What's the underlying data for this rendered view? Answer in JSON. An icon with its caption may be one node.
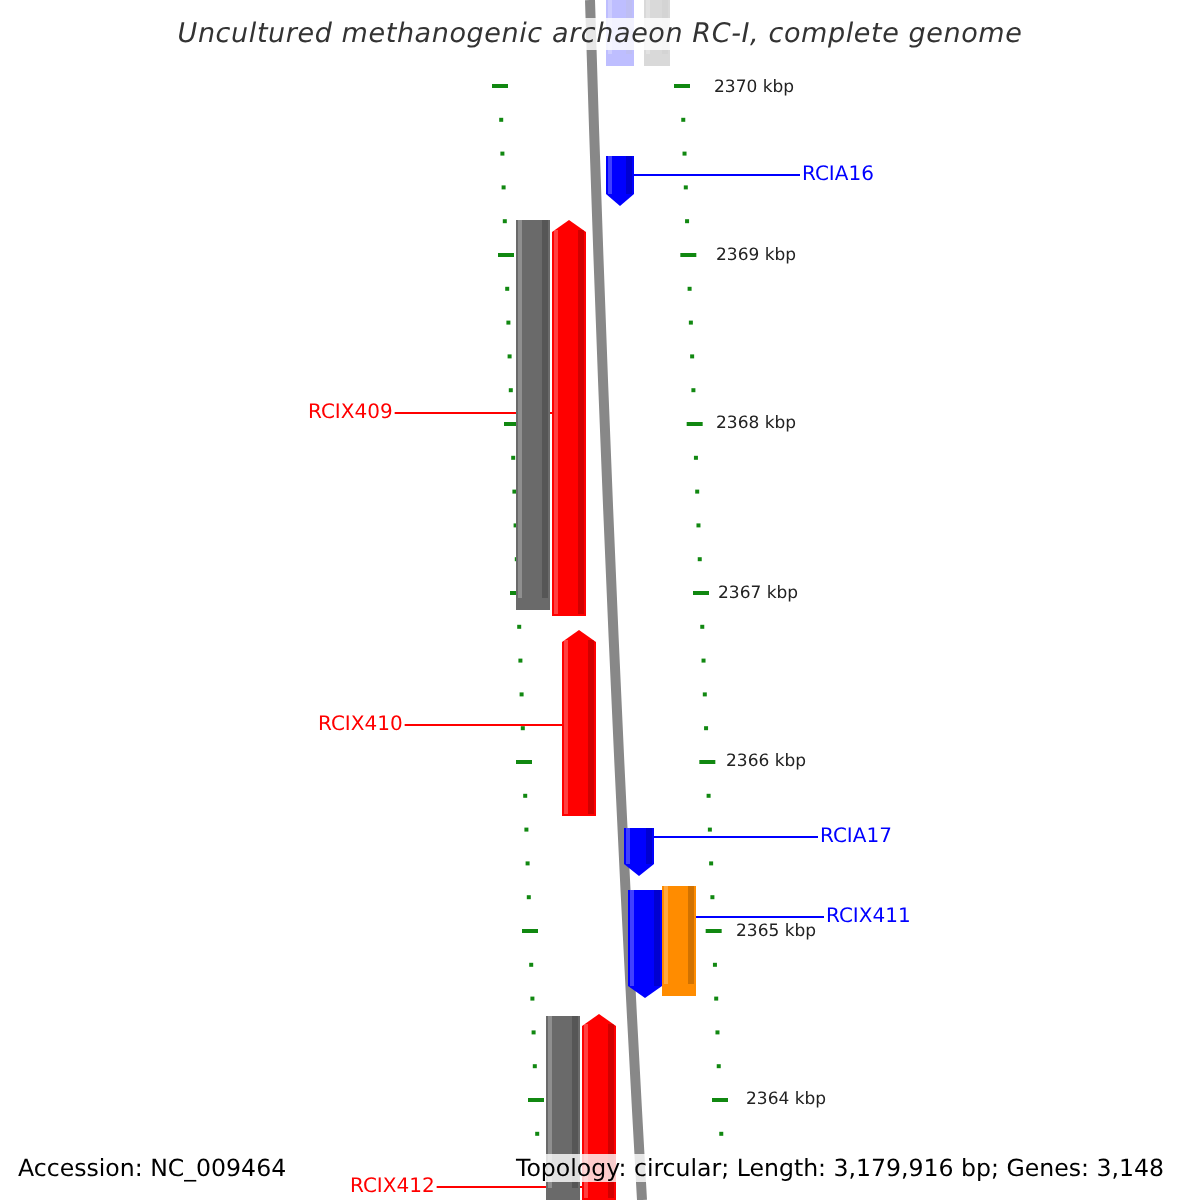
{
  "diagram": {
    "title": "Uncultured methanogenic archaeon RC-I, complete genome",
    "nodes": [
      {
        "text": [],
        "shape": "bar"
      },
      {
        "text": [],
        "shape": "bar"
      },
      {
        "text": [
          "RCIA16"
        ]
      },
      {
        "text": [],
        "shape": "bar"
      },
      {
        "text": [],
        "shape": "bar"
      },
      {
        "text": [],
        "shape": "bar"
      },
      {
        "text": [
          "RCIX409"
        ]
      },
      {
        "text": [],
        "shape": "bar"
      },
      {
        "text": [
          "RCIX410"
        ]
      },
      {
        "text": [
          "RCIA17"
        ]
      },
      {
        "text": [],
        "shape": "bar"
      },
      {
        "text": [],
        "shape": "bar"
      },
      {
        "text": [],
        "shape": "bar"
      },
      {
        "text": [
          "RCIX411"
        ]
      },
      {
        "text": [],
        "shape": "bar"
      },
      {
        "text": [],
        "shape": "bar"
      },
      {
        "text": [
          "RCIX412"
        ]
      }
    ],
    "edges": [
      {
        "from": 2,
        "to": 3,
        "arrow": "none",
        "color": "#0000ff"
      },
      {
        "from": 6,
        "to": 5,
        "arrow": "none",
        "color": "#ff0000"
      },
      {
        "from": 8,
        "to": 7,
        "arrow": "none",
        "color": "#ff0000"
      },
      {
        "from": 9,
        "to": 10,
        "arrow": "none",
        "color": "#0000ff"
      },
      {
        "from": 13,
        "to": 11,
        "arrow": "none",
        "color": "#0000ff"
      },
      {
        "from": 16,
        "to": 15,
        "arrow": "none",
        "color": "#ff0000"
      }
    ],
    "labels": [
      "2370 kbp",
      "2369 kbp",
      "2368 kbp",
      "2367 kbp",
      "2366 kbp",
      "2365 kbp",
      "2364 kbp",
      "Accession: NC_009464",
      "Topology: circular; Length: 3,179,916 bp; Genes: 3,148"
    ]
  }
}
